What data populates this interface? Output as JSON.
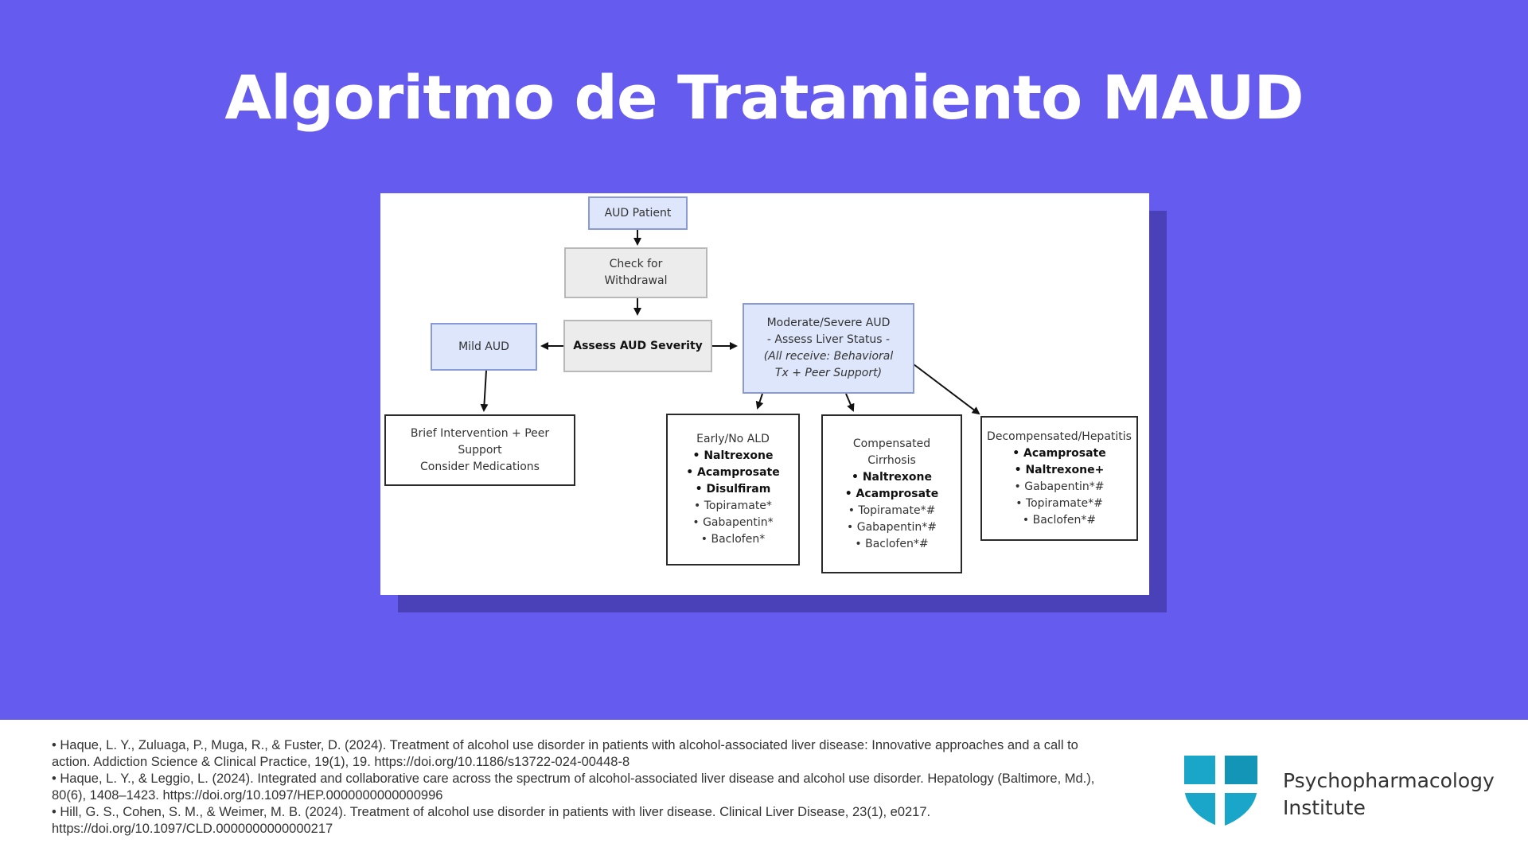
{
  "title": "Algoritmo de Tratamiento MAUD",
  "diagram": {
    "aud_patient": "AUD Patient",
    "check_withdrawal": [
      "Check for",
      "Withdrawal"
    ],
    "assess_severity": "Assess AUD Severity",
    "mild": "Mild AUD",
    "moderate": [
      "Moderate/Severe AUD",
      "- Assess Liver Status -",
      "(All receive: Behavioral",
      "Tx + Peer Support)"
    ],
    "brief": [
      "Brief Intervention + Peer",
      "Support",
      "Consider Medications"
    ],
    "early": {
      "title": "Early/No ALD",
      "items": [
        "• Naltrexone",
        "• Acamprosate",
        "• Disulfiram",
        "• Topiramate*",
        "• Gabapentin*",
        "• Baclofen*"
      ]
    },
    "compensated": {
      "title": [
        "Compensated",
        "Cirrhosis"
      ],
      "items": [
        "• Naltrexone",
        "• Acamprosate",
        "• Topiramate*#",
        "• Gabapentin*#",
        "• Baclofen*#"
      ]
    },
    "decompensated": {
      "title": "Decompensated/Hepatitis",
      "items": [
        "• Acamprosate",
        "• Naltrexone+",
        "• Gabapentin*#",
        "• Topiramate*#",
        "• Baclofen*#"
      ]
    }
  },
  "references": [
    "• Haque, L. Y., Zuluaga, P., Muga, R., & Fuster, D. (2024). Treatment of alcohol use disorder in patients with alcohol-associated liver disease: Innovative approaches and a call to action. Addiction Science & Clinical Practice, 19(1), 19. https://doi.org/10.1186/s13722-024-00448-8",
    "• Haque, L. Y., & Leggio, L. (2024). Integrated and collaborative care across the spectrum of alcohol-associated liver disease and alcohol use disorder. Hepatology (Baltimore, Md.), 80(6), 1408–1423. https://doi.org/10.1097/HEP.0000000000000996",
    "• Hill, G. S., Cohen, S. M., & Weimer, M. B. (2024). Treatment of alcohol use disorder in patients with liver disease. Clinical Liver Disease, 23(1), e0217. https://doi.org/10.1097/CLD.0000000000000217"
  ],
  "logo": {
    "line1": "Psychopharmacology",
    "line2": "Institute",
    "icon": "shield-cross-icon"
  },
  "colors": {
    "banner": "#665bef",
    "shadow": "#4a41b8",
    "logo_teal": "#1aa6c9"
  }
}
